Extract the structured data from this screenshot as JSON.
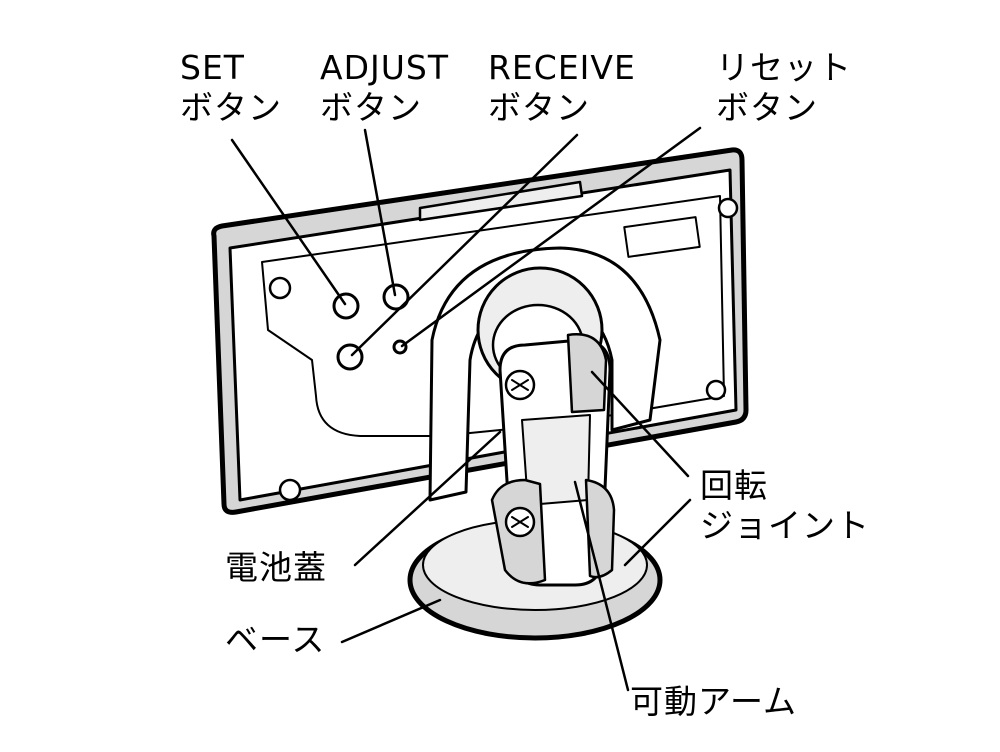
{
  "labels": {
    "set": {
      "line1": "SET",
      "line2": "ボタン"
    },
    "adjust": {
      "line1": "ADJUST",
      "line2": "ボタン"
    },
    "receive": {
      "line1": "RECEIVE",
      "line2": "ボタン"
    },
    "reset": {
      "line1": "リセット",
      "line2": "ボタン"
    },
    "joint": {
      "line1": "回転",
      "line2": "ジョイント"
    },
    "battery_cover": "電池蓋",
    "base": "ベース",
    "arm": "可動アーム"
  },
  "colors": {
    "line": "#000000",
    "shade": "#d6d6d6",
    "light": "#eeeeee",
    "fill": "#ffffff"
  }
}
